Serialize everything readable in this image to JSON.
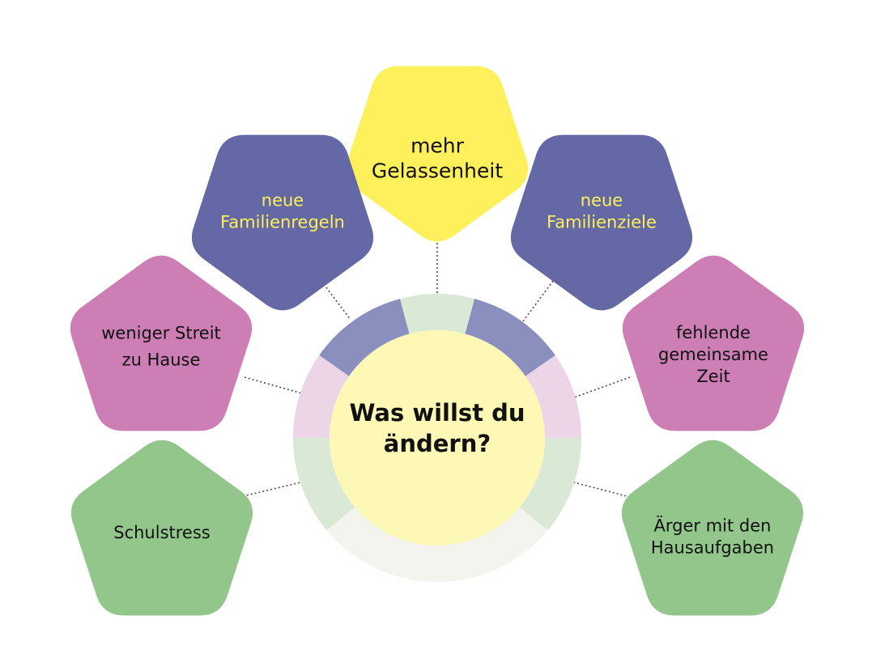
{
  "center": {
    "title_lines": [
      "Was willst du",
      "ändern?"
    ],
    "color": "#fef8b6"
  },
  "ring": {
    "segments": [
      {
        "id": "seg-top",
        "color": "#d9e9d6"
      },
      {
        "id": "seg-upper-left",
        "color": "#8b8fbd"
      },
      {
        "id": "seg-upper-right",
        "color": "#8b8fbd"
      },
      {
        "id": "seg-left",
        "color": "#ebd5e7"
      },
      {
        "id": "seg-right",
        "color": "#ebd5e7"
      },
      {
        "id": "seg-lower-left",
        "color": "#d9e9d6"
      },
      {
        "id": "seg-lower-right",
        "color": "#d9e9d6"
      },
      {
        "id": "seg-bottom",
        "color": "#f3f4ee"
      }
    ]
  },
  "nodes": [
    {
      "id": "mehr-gelassenheit",
      "lines": [
        "mehr",
        "Gelassenheit"
      ],
      "fill": "#fef05a",
      "text_color": "#111111",
      "orientation": "down"
    },
    {
      "id": "neue-familienregeln",
      "lines": [
        "neue",
        "Familienregeln"
      ],
      "fill": "#6468a4",
      "text_color": "#fef05a",
      "orientation": "down"
    },
    {
      "id": "neue-familienziele",
      "lines": [
        "neue",
        "Familienziele"
      ],
      "fill": "#6468a4",
      "text_color": "#fef05a",
      "orientation": "down"
    },
    {
      "id": "weniger-streit",
      "lines": [
        "weniger Streit",
        "zu Hause"
      ],
      "fill": "#cc7eb5",
      "text_color": "#111111",
      "orientation": "up"
    },
    {
      "id": "fehlende-zeit",
      "lines": [
        "fehlende",
        "gemeinsame",
        "Zeit"
      ],
      "fill": "#cc7eb5",
      "text_color": "#111111",
      "orientation": "up"
    },
    {
      "id": "schulstress",
      "lines": [
        "Schulstress"
      ],
      "fill": "#92c68b",
      "text_color": "#111111",
      "orientation": "up"
    },
    {
      "id": "aerger-hausaufgaben",
      "lines": [
        "Ärger mit den",
        "Hausaufgaben"
      ],
      "fill": "#92c68b",
      "text_color": "#111111",
      "orientation": "up"
    }
  ]
}
